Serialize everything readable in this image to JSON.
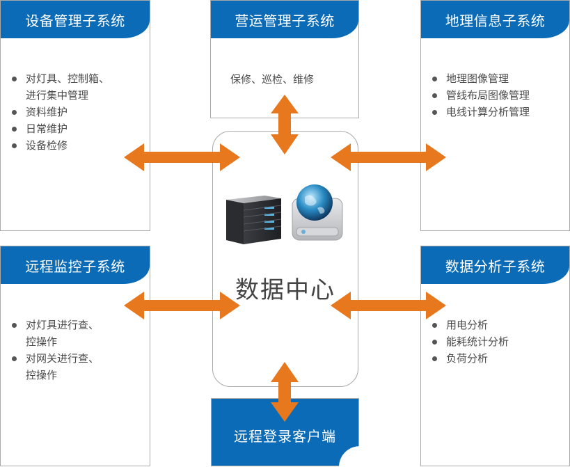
{
  "colors": {
    "header_blue": "#0b6bb6",
    "arrow_orange": "#e8781e",
    "border_gray": "#a9a9a9"
  },
  "panels": {
    "device": {
      "title": "设备管理子系统",
      "items": [
        "对灯具、控制箱、\n进行集中管理",
        "资料维护",
        "日常维护",
        "设备检修"
      ]
    },
    "operation": {
      "title": "营运管理子系统",
      "text": "保修、巡检、维修"
    },
    "gis": {
      "title": "地理信息子系统",
      "items": [
        "地理图像管理",
        "管线布局图像管理",
        "电线计算分析管理"
      ]
    },
    "remote_monitor": {
      "title": "远程监控子系统",
      "items": [
        "对灯具进行查、\n控操作",
        "对网关进行查、\n控操作"
      ]
    },
    "analysis": {
      "title": "数据分析子系统",
      "items": [
        "用电分析",
        "能耗统计分析",
        "负荷分析"
      ]
    }
  },
  "center": {
    "title": "数据中心",
    "icons": [
      "server-icon",
      "globe-drive-icon"
    ]
  },
  "client": {
    "title": "远程登录客户端"
  }
}
